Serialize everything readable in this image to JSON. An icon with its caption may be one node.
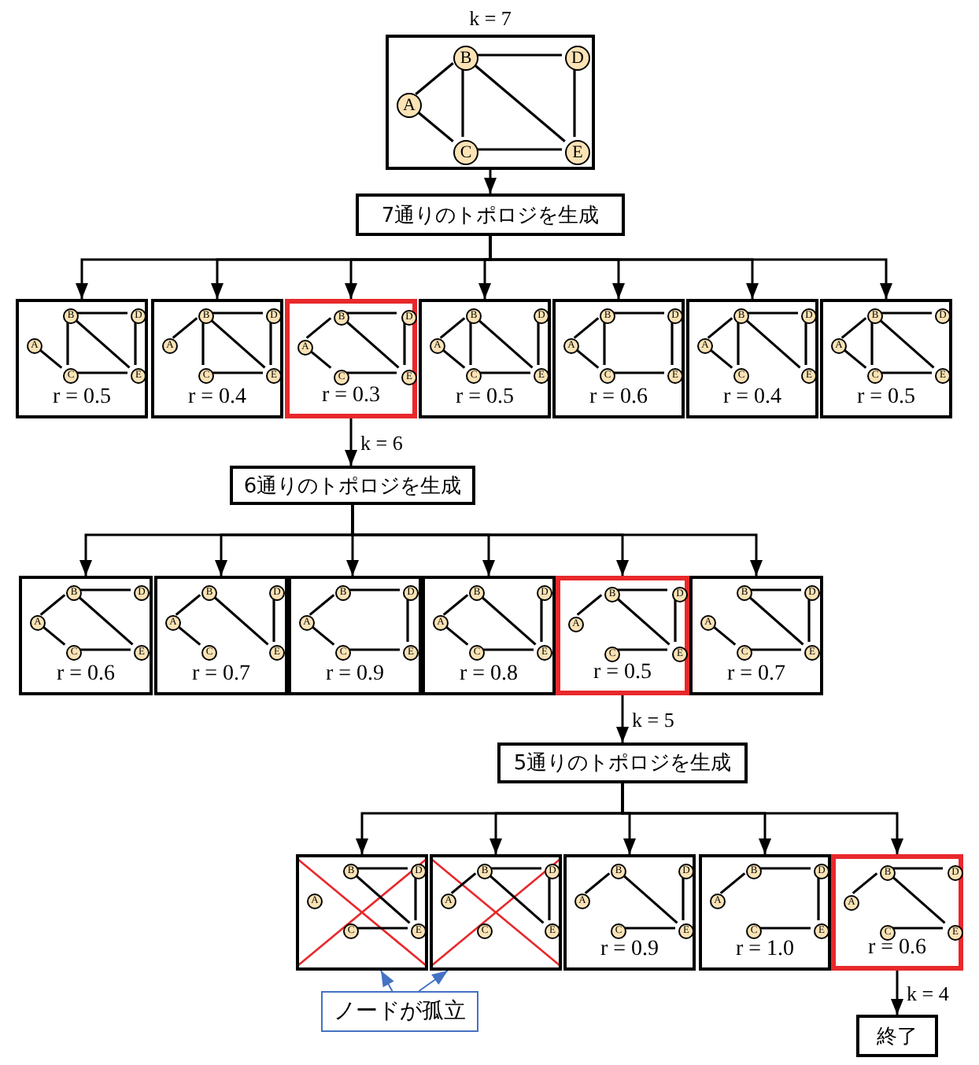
{
  "diagram": {
    "nodes": [
      {
        "text": [],
        "shape": "box",
        "beside": [
          "k = 7"
        ]
      },
      {
        "text": [
          "A"
        ],
        "in": 0
      },
      {
        "text": [
          "B"
        ],
        "in": 0
      },
      {
        "text": [
          "C"
        ],
        "in": 0
      },
      {
        "text": [
          "D"
        ],
        "in": 0
      },
      {
        "text": [
          "E"
        ],
        "in": 0
      },
      {
        "text": [
          "7通りのトポロジを生成"
        ]
      },
      {
        "text": [
          "r = 0.5"
        ]
      },
      {
        "text": [
          "A"
        ],
        "in": 7
      },
      {
        "text": [
          "B"
        ],
        "in": 7
      },
      {
        "text": [
          "C"
        ],
        "in": 7
      },
      {
        "text": [
          "D"
        ],
        "in": 7
      },
      {
        "text": [
          "E"
        ],
        "in": 7
      },
      {
        "text": [
          "r = 0.4"
        ]
      },
      {
        "text": [
          "A"
        ],
        "in": 13
      },
      {
        "text": [
          "B"
        ],
        "in": 13
      },
      {
        "text": [
          "C"
        ],
        "in": 13
      },
      {
        "text": [
          "D"
        ],
        "in": 13
      },
      {
        "text": [
          "E"
        ],
        "in": 13
      },
      {
        "text": [
          "r = 0.3"
        ]
      },
      {
        "text": [
          "A"
        ],
        "in": 19
      },
      {
        "text": [
          "B"
        ],
        "in": 19
      },
      {
        "text": [
          "C"
        ],
        "in": 19
      },
      {
        "text": [
          "D"
        ],
        "in": 19
      },
      {
        "text": [
          "E"
        ],
        "in": 19
      },
      {
        "text": [
          "r = 0.5"
        ]
      },
      {
        "text": [
          "A"
        ],
        "in": 25
      },
      {
        "text": [
          "B"
        ],
        "in": 25
      },
      {
        "text": [
          "C"
        ],
        "in": 25
      },
      {
        "text": [
          "D"
        ],
        "in": 25
      },
      {
        "text": [
          "E"
        ],
        "in": 25
      },
      {
        "text": [
          "r = 0.6"
        ]
      },
      {
        "text": [
          "A"
        ],
        "in": 31
      },
      {
        "text": [
          "B"
        ],
        "in": 31
      },
      {
        "text": [
          "C"
        ],
        "in": 31
      },
      {
        "text": [
          "D"
        ],
        "in": 31
      },
      {
        "text": [
          "E"
        ],
        "in": 31
      },
      {
        "text": [
          "r = 0.4"
        ]
      },
      {
        "text": [
          "A"
        ],
        "in": 37
      },
      {
        "text": [
          "B"
        ],
        "in": 37
      },
      {
        "text": [
          "C"
        ],
        "in": 37
      },
      {
        "text": [
          "D"
        ],
        "in": 37
      },
      {
        "text": [
          "E"
        ],
        "in": 37
      },
      {
        "text": [
          "r = 0.5"
        ]
      },
      {
        "text": [
          "A"
        ],
        "in": 43
      },
      {
        "text": [
          "B"
        ],
        "in": 43
      },
      {
        "text": [
          "C"
        ],
        "in": 43
      },
      {
        "text": [
          "D"
        ],
        "in": 43
      },
      {
        "text": [
          "E"
        ],
        "in": 43
      },
      {
        "text": [
          "6通りのトポロジを生成"
        ]
      },
      {
        "text": [
          "r = 0.6"
        ]
      },
      {
        "text": [
          "A"
        ],
        "in": 50
      },
      {
        "text": [
          "B"
        ],
        "in": 50
      },
      {
        "text": [
          "C"
        ],
        "in": 50
      },
      {
        "text": [
          "D"
        ],
        "in": 50
      },
      {
        "text": [
          "E"
        ],
        "in": 50
      },
      {
        "text": [
          "r = 0.7"
        ]
      },
      {
        "text": [
          "A"
        ],
        "in": 56
      },
      {
        "text": [
          "B"
        ],
        "in": 56
      },
      {
        "text": [
          "C"
        ],
        "in": 56
      },
      {
        "text": [
          "D"
        ],
        "in": 56
      },
      {
        "text": [
          "E"
        ],
        "in": 56
      },
      {
        "text": [
          "r = 0.9"
        ]
      },
      {
        "text": [
          "A"
        ],
        "in": 62
      },
      {
        "text": [
          "B"
        ],
        "in": 62
      },
      {
        "text": [
          "C"
        ],
        "in": 62
      },
      {
        "text": [
          "D"
        ],
        "in": 62
      },
      {
        "text": [
          "E"
        ],
        "in": 62
      },
      {
        "text": [
          "r = 0.8"
        ]
      },
      {
        "text": [
          "A"
        ],
        "in": 68
      },
      {
        "text": [
          "B"
        ],
        "in": 68
      },
      {
        "text": [
          "C"
        ],
        "in": 68
      },
      {
        "text": [
          "D"
        ],
        "in": 68
      },
      {
        "text": [
          "E"
        ],
        "in": 68
      },
      {
        "text": [
          "r = 0.5"
        ]
      },
      {
        "text": [
          "A"
        ],
        "in": 74
      },
      {
        "text": [
          "B"
        ],
        "in": 74
      },
      {
        "text": [
          "C"
        ],
        "in": 74
      },
      {
        "text": [
          "D"
        ],
        "in": 74
      },
      {
        "text": [
          "E"
        ],
        "in": 74
      },
      {
        "text": [
          "r = 0.7"
        ]
      },
      {
        "text": [
          "A"
        ],
        "in": 80
      },
      {
        "text": [
          "B"
        ],
        "in": 80
      },
      {
        "text": [
          "C"
        ],
        "in": 80
      },
      {
        "text": [
          "D"
        ],
        "in": 80
      },
      {
        "text": [
          "E"
        ],
        "in": 80
      },
      {
        "text": [
          "5通りのトポロジを生成"
        ]
      },
      {
        "text": [],
        "shape": "box"
      },
      {
        "text": [
          "A"
        ],
        "in": 87
      },
      {
        "text": [
          "B"
        ],
        "in": 87
      },
      {
        "text": [
          "C"
        ],
        "in": 87
      },
      {
        "text": [
          "D"
        ],
        "in": 87
      },
      {
        "text": [
          "E"
        ],
        "in": 87
      },
      {
        "text": [],
        "shape": "box"
      },
      {
        "text": [
          "A"
        ],
        "in": 93
      },
      {
        "text": [
          "B"
        ],
        "in": 93
      },
      {
        "text": [
          "C"
        ],
        "in": 93
      },
      {
        "text": [
          "D"
        ],
        "in": 93
      },
      {
        "text": [
          "E"
        ],
        "in": 93
      },
      {
        "text": [
          "r = 0.9"
        ]
      },
      {
        "text": [
          "A"
        ],
        "in": 99
      },
      {
        "text": [
          "B"
        ],
        "in": 99
      },
      {
        "text": [
          "C"
        ],
        "in": 99
      },
      {
        "text": [
          "D"
        ],
        "in": 99
      },
      {
        "text": [
          "E"
        ],
        "in": 99
      },
      {
        "text": [
          "r = 1.0"
        ]
      },
      {
        "text": [
          "A"
        ],
        "in": 105
      },
      {
        "text": [
          "B"
        ],
        "in": 105
      },
      {
        "text": [
          "C"
        ],
        "in": 105
      },
      {
        "text": [
          "D"
        ],
        "in": 105
      },
      {
        "text": [
          "E"
        ],
        "in": 105
      },
      {
        "text": [
          "r = 0.6"
        ]
      },
      {
        "text": [
          "A"
        ],
        "in": 111
      },
      {
        "text": [
          "B"
        ],
        "in": 111
      },
      {
        "text": [
          "C"
        ],
        "in": 111
      },
      {
        "text": [
          "D"
        ],
        "in": 111
      },
      {
        "text": [
          "E"
        ],
        "in": 111
      },
      {
        "text": [
          "ノードが孤立"
        ]
      },
      {
        "text": [
          "終了"
        ]
      }
    ],
    "edges": [
      {
        "from": 1,
        "to": 2,
        "arrow": "none"
      },
      {
        "from": 1,
        "to": 3,
        "arrow": "none"
      },
      {
        "from": 2,
        "to": 3,
        "arrow": "none"
      },
      {
        "from": 2,
        "to": 4,
        "arrow": "none"
      },
      {
        "from": 2,
        "to": 5,
        "arrow": "none"
      },
      {
        "from": 3,
        "to": 5,
        "arrow": "none"
      },
      {
        "from": 4,
        "to": 5,
        "arrow": "none"
      },
      {
        "from": 8,
        "to": 10,
        "arrow": "none"
      },
      {
        "from": 9,
        "to": 10,
        "arrow": "none"
      },
      {
        "from": 9,
        "to": 11,
        "arrow": "none"
      },
      {
        "from": 9,
        "to": 12,
        "arrow": "none"
      },
      {
        "from": 10,
        "to": 12,
        "arrow": "none"
      },
      {
        "from": 11,
        "to": 12,
        "arrow": "none"
      },
      {
        "from": 14,
        "to": 15,
        "arrow": "none"
      },
      {
        "from": 15,
        "to": 16,
        "arrow": "none"
      },
      {
        "from": 15,
        "to": 17,
        "arrow": "none"
      },
      {
        "from": 15,
        "to": 18,
        "arrow": "none"
      },
      {
        "from": 16,
        "to": 18,
        "arrow": "none"
      },
      {
        "from": 17,
        "to": 18,
        "arrow": "none"
      },
      {
        "from": 20,
        "to": 21,
        "arrow": "none"
      },
      {
        "from": 20,
        "to": 22,
        "arrow": "none"
      },
      {
        "from": 21,
        "to": 23,
        "arrow": "none"
      },
      {
        "from": 21,
        "to": 24,
        "arrow": "none"
      },
      {
        "from": 22,
        "to": 24,
        "arrow": "none"
      },
      {
        "from": 23,
        "to": 24,
        "arrow": "none"
      },
      {
        "from": 26,
        "to": 27,
        "arrow": "none"
      },
      {
        "from": 26,
        "to": 28,
        "arrow": "none"
      },
      {
        "from": 27,
        "to": 28,
        "arrow": "none"
      },
      {
        "from": 27,
        "to": 30,
        "arrow": "none"
      },
      {
        "from": 28,
        "to": 30,
        "arrow": "none"
      },
      {
        "from": 29,
        "to": 30,
        "arrow": "none"
      },
      {
        "from": 32,
        "to": 33,
        "arrow": "none"
      },
      {
        "from": 32,
        "to": 34,
        "arrow": "none"
      },
      {
        "from": 33,
        "to": 34,
        "arrow": "none"
      },
      {
        "from": 33,
        "to": 35,
        "arrow": "none"
      },
      {
        "from": 34,
        "to": 36,
        "arrow": "none"
      },
      {
        "from": 35,
        "to": 36,
        "arrow": "none"
      },
      {
        "from": 38,
        "to": 39,
        "arrow": "none"
      },
      {
        "from": 38,
        "to": 40,
        "arrow": "none"
      },
      {
        "from": 39,
        "to": 40,
        "arrow": "none"
      },
      {
        "from": 39,
        "to": 41,
        "arrow": "none"
      },
      {
        "from": 39,
        "to": 42,
        "arrow": "none"
      },
      {
        "from": 41,
        "to": 42,
        "arrow": "none"
      },
      {
        "from": 44,
        "to": 45,
        "arrow": "none"
      },
      {
        "from": 44,
        "to": 46,
        "arrow": "none"
      },
      {
        "from": 45,
        "to": 46,
        "arrow": "none"
      },
      {
        "from": 45,
        "to": 47,
        "arrow": "none"
      },
      {
        "from": 45,
        "to": 48,
        "arrow": "none"
      },
      {
        "from": 46,
        "to": 48,
        "arrow": "none"
      },
      {
        "from": 51,
        "to": 52,
        "arrow": "none"
      },
      {
        "from": 51,
        "to": 53,
        "arrow": "none"
      },
      {
        "from": 52,
        "to": 54,
        "arrow": "none"
      },
      {
        "from": 52,
        "to": 55,
        "arrow": "none"
      },
      {
        "from": 53,
        "to": 55,
        "arrow": "none"
      },
      {
        "from": 57,
        "to": 58,
        "arrow": "none"
      },
      {
        "from": 57,
        "to": 59,
        "arrow": "none"
      },
      {
        "from": 58,
        "to": 61,
        "arrow": "none"
      },
      {
        "from": 60,
        "to": 61,
        "arrow": "none"
      },
      {
        "from": 63,
        "to": 64,
        "arrow": "none"
      },
      {
        "from": 63,
        "to": 65,
        "arrow": "none"
      },
      {
        "from": 64,
        "to": 66,
        "arrow": "none"
      },
      {
        "from": 65,
        "to": 67,
        "arrow": "none"
      },
      {
        "from": 66,
        "to": 67,
        "arrow": "none"
      },
      {
        "from": 69,
        "to": 70,
        "arrow": "none"
      },
      {
        "from": 69,
        "to": 71,
        "arrow": "none"
      },
      {
        "from": 70,
        "to": 73,
        "arrow": "none"
      },
      {
        "from": 71,
        "to": 73,
        "arrow": "none"
      },
      {
        "from": 72,
        "to": 73,
        "arrow": "none"
      },
      {
        "from": 75,
        "to": 76,
        "arrow": "none"
      },
      {
        "from": 76,
        "to": 78,
        "arrow": "none"
      },
      {
        "from": 76,
        "to": 79,
        "arrow": "none"
      },
      {
        "from": 77,
        "to": 79,
        "arrow": "none"
      },
      {
        "from": 78,
        "to": 79,
        "arrow": "none"
      },
      {
        "from": 81,
        "to": 83,
        "arrow": "none"
      },
      {
        "from": 82,
        "to": 84,
        "arrow": "none"
      },
      {
        "from": 82,
        "to": 85,
        "arrow": "none"
      },
      {
        "from": 83,
        "to": 85,
        "arrow": "none"
      },
      {
        "from": 84,
        "to": 85,
        "arrow": "none"
      },
      {
        "from": 89,
        "to": 91,
        "arrow": "none"
      },
      {
        "from": 89,
        "to": 92,
        "arrow": "none"
      },
      {
        "from": 90,
        "to": 92,
        "arrow": "none"
      },
      {
        "from": 91,
        "to": 92,
        "arrow": "none"
      },
      {
        "from": 94,
        "to": 95,
        "arrow": "none"
      },
      {
        "from": 95,
        "to": 97,
        "arrow": "none"
      },
      {
        "from": 95,
        "to": 98,
        "arrow": "none"
      },
      {
        "from": 97,
        "to": 98,
        "arrow": "none"
      },
      {
        "from": 100,
        "to": 101,
        "arrow": "none"
      },
      {
        "from": 101,
        "to": 104,
        "arrow": "none"
      },
      {
        "from": 102,
        "to": 104,
        "arrow": "none"
      },
      {
        "from": 103,
        "to": 104,
        "arrow": "none"
      },
      {
        "from": 106,
        "to": 107,
        "arrow": "none"
      },
      {
        "from": 107,
        "to": 109,
        "arrow": "none"
      },
      {
        "from": 108,
        "to": 110,
        "arrow": "none"
      },
      {
        "from": 109,
        "to": 110,
        "arrow": "none"
      },
      {
        "from": 112,
        "to": 113,
        "arrow": "none"
      },
      {
        "from": 113,
        "to": 115,
        "arrow": "none"
      },
      {
        "from": 113,
        "to": 116,
        "arrow": "none"
      },
      {
        "from": 114,
        "to": 116,
        "arrow": "none"
      },
      {
        "from": 0,
        "to": 6,
        "arrow": "to"
      },
      {
        "from": 6,
        "to": 7,
        "arrow": "to"
      },
      {
        "from": 6,
        "to": 13,
        "arrow": "to"
      },
      {
        "from": 6,
        "to": 19,
        "arrow": "to"
      },
      {
        "from": 6,
        "to": 25,
        "arrow": "to"
      },
      {
        "from": 6,
        "to": 31,
        "arrow": "to"
      },
      {
        "from": 6,
        "to": 37,
        "arrow": "to"
      },
      {
        "from": 6,
        "to": 43,
        "arrow": "to"
      },
      {
        "from": 19,
        "to": 49,
        "arrow": "to",
        "label": "k = 6"
      },
      {
        "from": 49,
        "to": 50,
        "arrow": "to"
      },
      {
        "from": 49,
        "to": 56,
        "arrow": "to"
      },
      {
        "from": 49,
        "to": 62,
        "arrow": "to"
      },
      {
        "from": 49,
        "to": 68,
        "arrow": "to"
      },
      {
        "from": 49,
        "to": 74,
        "arrow": "to"
      },
      {
        "from": 49,
        "to": 80,
        "arrow": "to"
      },
      {
        "from": 74,
        "to": 86,
        "arrow": "to",
        "label": "k = 5"
      },
      {
        "from": 86,
        "to": 87,
        "arrow": "to"
      },
      {
        "from": 86,
        "to": 93,
        "arrow": "to"
      },
      {
        "from": 86,
        "to": 99,
        "arrow": "to"
      },
      {
        "from": 86,
        "to": 105,
        "arrow": "to"
      },
      {
        "from": 86,
        "to": 111,
        "arrow": "to"
      },
      {
        "from": 111,
        "to": 118,
        "arrow": "to",
        "label": "k = 4"
      },
      {
        "from": 117,
        "to": 87,
        "arrow": "to",
        "color": "#4472c4"
      },
      {
        "from": 117,
        "to": 93,
        "arrow": "to",
        "color": "#4472c4"
      }
    ]
  }
}
